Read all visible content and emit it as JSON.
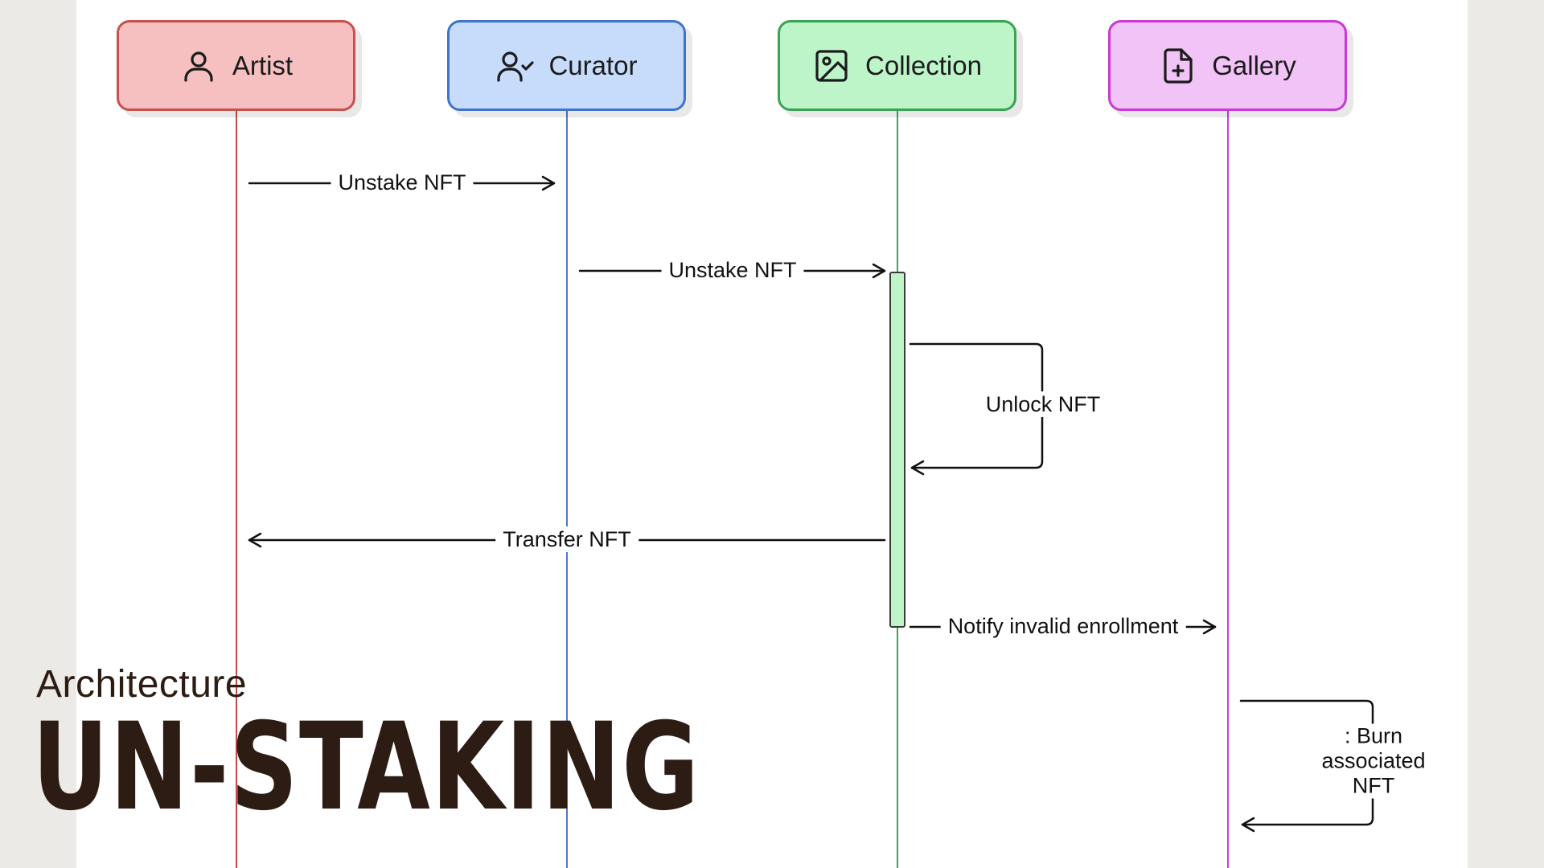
{
  "colors": {
    "artist": {
      "fill": "#f6c0c0",
      "border": "#c7514f",
      "line": "#c24c4a"
    },
    "curator": {
      "fill": "#c7dcfb",
      "border": "#3f73cc",
      "line": "#4a79cb"
    },
    "collection": {
      "fill": "#bdf5c9",
      "border": "#3aa356",
      "line": "#3ea45a"
    },
    "gallery": {
      "fill": "#f2c3f6",
      "border": "#c73ad4",
      "line": "#c93ed6"
    },
    "title": "#2d1c13"
  },
  "actors": [
    {
      "label": "Artist",
      "icon": "user-icon"
    },
    {
      "label": "Curator",
      "icon": "user-check-icon"
    },
    {
      "label": "Collection",
      "icon": "image-icon"
    },
    {
      "label": "Gallery",
      "icon": "file-plus-icon"
    }
  ],
  "messages": [
    {
      "label": "Unstake NFT",
      "from": "Artist",
      "to": "Curator"
    },
    {
      "label": "Unstake NFT",
      "from": "Curator",
      "to": "Collection"
    },
    {
      "label": "Unlock NFT",
      "from": "Collection",
      "to": "Collection"
    },
    {
      "label": "Transfer NFT",
      "from": "Collection",
      "to": "Artist"
    },
    {
      "label": "Notify invalid enrollment",
      "from": "Collection",
      "to": "Gallery"
    },
    {
      "label": ": Burn associated NFT",
      "from": "Gallery",
      "to": "Gallery"
    }
  ],
  "page": {
    "subtitle": "Architecture",
    "title": "UN-STAKING"
  }
}
